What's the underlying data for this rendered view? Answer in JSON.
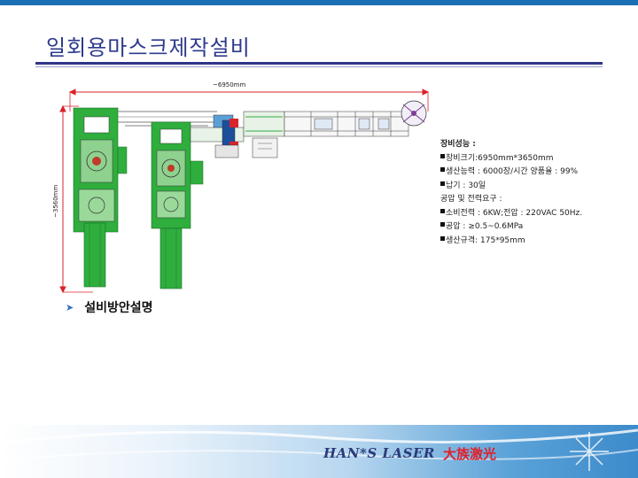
{
  "slide": {
    "title": "일회용마스크제작설비",
    "bullet": "설비방안설명"
  },
  "drawing": {
    "width_label": "~6950mm",
    "height_label": "~3560mm"
  },
  "specs": {
    "header": "장비성능 :",
    "size": "장비크기:6950mm*3650mm",
    "capacity": "생산능력 : 6000장/시간 양품율 : 99%",
    "delivery": "납기 : 30일",
    "utility_header": "공압 및 전력요구 :",
    "power": "소비전력 : 6KW;전압 : 220VAC 50Hz.",
    "air": "공압 : ≥0.5~0.6MPa",
    "product": "생산규격: 175*95mm"
  },
  "footer": {
    "logo_text": "HAN*S LASER",
    "logo_cjk": "大族激光"
  },
  "colors": {
    "accent": "#2e3a8c",
    "machine_green": "#2fae3e",
    "dimension_red": "#d8232a",
    "footer_blue": "#3d8bcb"
  }
}
